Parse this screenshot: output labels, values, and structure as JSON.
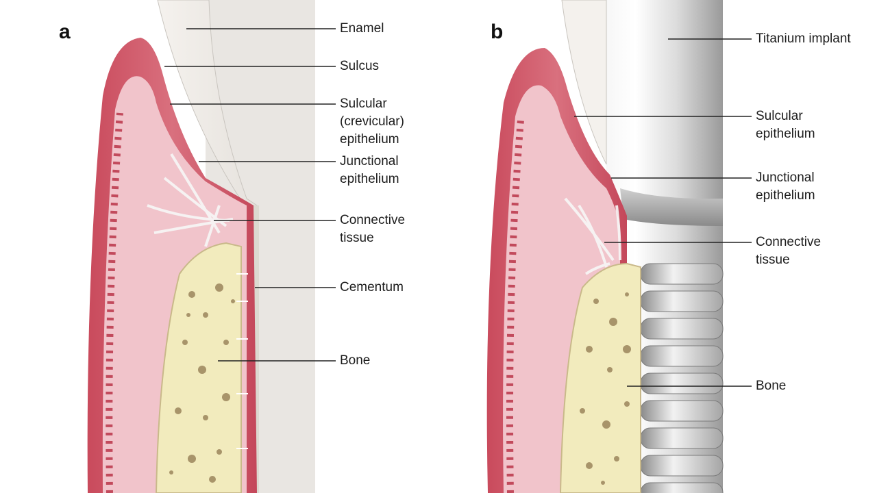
{
  "panel_a": {
    "letter": "a",
    "labels": {
      "enamel": "Enamel",
      "sulcus": "Sulcus",
      "sulcular_line1": "Sulcular",
      "sulcular_line2": "(crevicular)",
      "sulcular_line3": "epithelium",
      "junctional_line1": "Junctional",
      "junctional_line2": "epithelium",
      "connective_line1": "Connective",
      "connective_line2": "tissue",
      "cementum": "Cementum",
      "bone": "Bone"
    }
  },
  "panel_b": {
    "letter": "b",
    "labels": {
      "implant": "Titanium implant",
      "sulcular_line1": "Sulcular",
      "sulcular_line2": "epithelium",
      "junctional_line1": "Junctional",
      "junctional_line2": "epithelium",
      "connective_line1": "Connective",
      "connective_line2": "tissue",
      "bone": "Bone"
    }
  },
  "colors": {
    "gingiva_outer": "#c8505f",
    "gingiva_inner": "#f2c9cf",
    "bone": "#f3edc0",
    "bone_pores": "#b8a878",
    "tooth": "#efebe6",
    "implant": "#d9d9d9",
    "leader_line": "#222222"
  }
}
